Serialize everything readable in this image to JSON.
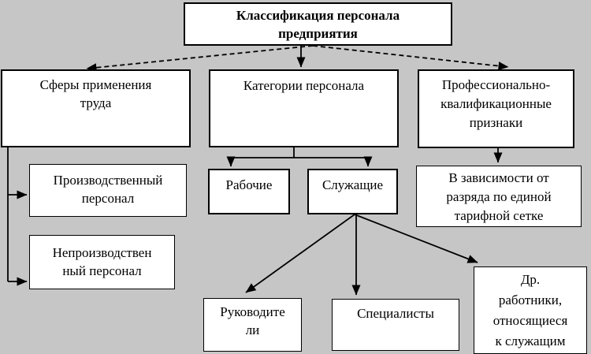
{
  "diagram": {
    "type": "flowchart",
    "colors": {
      "background": "#c6c6c6",
      "box_fill": "#ffffff",
      "border": "#000000",
      "line": "#000000",
      "text": "#000000"
    },
    "nodes": {
      "root": {
        "label": "Классификация персонала\nпредприятия"
      },
      "spheres": {
        "label": "Сферы применения\nтруда"
      },
      "categories": {
        "label": "Категории персонала"
      },
      "prof": {
        "label": "Профессионально-\nквалификационные\nпризнаки"
      },
      "prod": {
        "label": "Производственный\nперсонал"
      },
      "nonprod": {
        "label": "Непроизводствен\nный персонал"
      },
      "workers": {
        "label": "Рабочие"
      },
      "employees": {
        "label": "Служащие"
      },
      "tariff": {
        "label": "В зависимости от\nразряда по единой\nтарифной сетке"
      },
      "managers": {
        "label": "Руководите\nли"
      },
      "specialists": {
        "label": "Специалисты"
      },
      "others": {
        "label": "Др.\nработники,\nотносящиеся\nк служащим"
      }
    },
    "edges": [
      {
        "from": "root",
        "to": "spheres",
        "style": "dashed-arrow"
      },
      {
        "from": "root",
        "to": "categories",
        "style": "solid-arrow"
      },
      {
        "from": "root",
        "to": "prof",
        "style": "dashed-arrow"
      },
      {
        "from": "spheres",
        "to": "prod",
        "style": "solid-arrow"
      },
      {
        "from": "spheres",
        "to": "nonprod",
        "style": "solid-arrow"
      },
      {
        "from": "categories",
        "to": "workers",
        "style": "solid-arrow"
      },
      {
        "from": "categories",
        "to": "employees",
        "style": "solid-arrow"
      },
      {
        "from": "prof",
        "to": "tariff",
        "style": "solid-arrow"
      },
      {
        "from": "employees",
        "to": "managers",
        "style": "solid-arrow"
      },
      {
        "from": "employees",
        "to": "specialists",
        "style": "solid-arrow"
      },
      {
        "from": "employees",
        "to": "others",
        "style": "solid-arrow"
      }
    ]
  }
}
